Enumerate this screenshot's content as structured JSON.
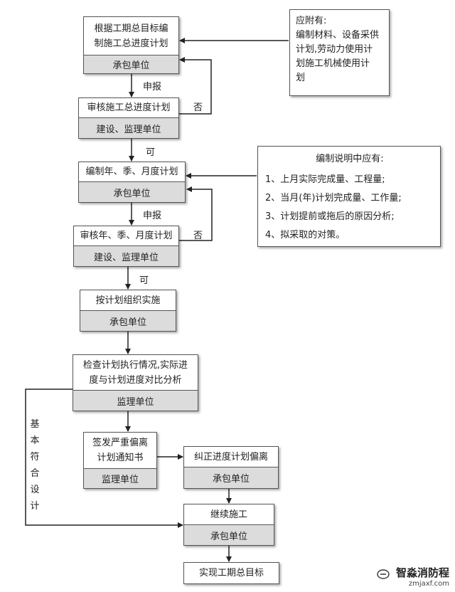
{
  "flow": {
    "b1": {
      "main": "根据工期总目标编\n制施工总进度计划",
      "sub": "承包单位"
    },
    "b2": {
      "main": "审核施工总进度计划",
      "sub": "建设、监理单位"
    },
    "b3": {
      "main": "编制年、季、月度计划",
      "sub": "承包单位"
    },
    "b4": {
      "main": "审核年、季、月度计划",
      "sub": "建设、监理单位"
    },
    "b5": {
      "main": "按计划组织实施",
      "sub": "承包单位"
    },
    "b6": {
      "main": "检查计划执行情况,实际进\n度与计划进度对比分析",
      "sub": "监理单位"
    },
    "b7": {
      "main": "签发严重偏离\n计划通知书",
      "sub": "监理单位"
    },
    "b8": {
      "main": "纠正进度计划偏离",
      "sub": "承包单位"
    },
    "b9": {
      "main": "继续施工",
      "sub": "承包单位"
    },
    "b10": {
      "main": "实现工期总目标"
    }
  },
  "labels": {
    "report1": "申报",
    "no1": "否",
    "ok1": "可",
    "report2": "申报",
    "no2": "否",
    "ok2": "可",
    "basic": "基本符合设计"
  },
  "note1": {
    "title": "应附有:",
    "body": "编制材料、设备采供\n计划,劳动力使用计\n划施工机械使用计\n划"
  },
  "note2": {
    "title": "编制说明中应有:",
    "items": [
      "1、上月实际完成量、工程量;",
      "2、当月(年)计划完成量、工作量;",
      "3、计划提前或拖后的原因分析;",
      "4、拟采取的对策。"
    ]
  },
  "watermark": {
    "name": "智淼消防",
    "suffix": "程",
    "site": "zmjaxf.com"
  }
}
